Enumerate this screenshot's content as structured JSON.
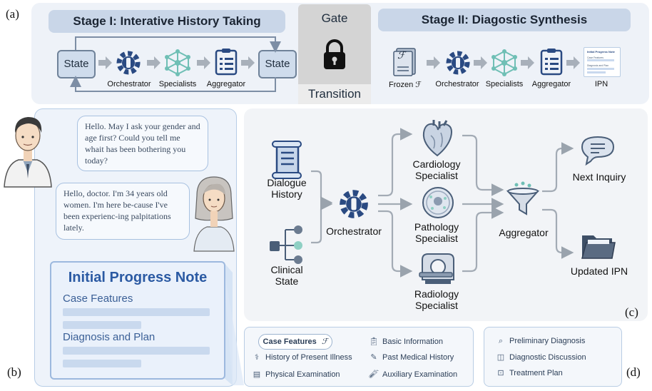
{
  "panels": {
    "a": "(a)",
    "b": "(b)",
    "c": "(c)",
    "d": "(d)"
  },
  "stage1": {
    "title": "Stage I: Interative History Taking",
    "state_left": "State",
    "state_right": "State",
    "orchestrator": "Orchestrator",
    "specialists": "Specialists",
    "aggregator": "Aggregator"
  },
  "gate": {
    "top": "Gate",
    "bottom": "Transition"
  },
  "stage2": {
    "title": "Stage II: Diagostic Synthesis",
    "frozen": "Frozen ℱ",
    "frozen_symbol": "ℱ",
    "orchestrator": "Orchestrator",
    "specialists": "Specialists",
    "aggregator": "Aggregator",
    "ipn": "IPN",
    "ipn_doc_title": "Initial Progress Note",
    "ipn_doc_l1": "Case Features",
    "ipn_doc_l2": "Diagnosis and Plan"
  },
  "dialogue": {
    "doctor": "Hello. May I ask your gender and age first? Could you tell me whait has been bothering you today?",
    "patient": "Hello, doctor. I'm 34 years old women. I'm here be-cause I've been experienc-ing palpitations lately."
  },
  "ipn_card": {
    "title": "Initial Progress Note",
    "section1": "Case Features",
    "section2": "Diagnosis and Plan"
  },
  "workflow": {
    "dialogue_history": "Dialogue\nHistory",
    "clinical_state": "Clinical\nState",
    "orchestrator": "Orchestrator",
    "cardiology": "Cardiology\nSpecialist",
    "pathology": "Pathology\nSpecialist",
    "radiology": "Radiology\nSpecialist",
    "aggregator": "Aggregator",
    "next_inquiry": "Next Inquiry",
    "updated_ipn": "Updated IPN"
  },
  "legend": {
    "case_features": "Case Features",
    "case_features_symbol": "ℱ",
    "basic_information": "Basic Information",
    "history_present_illness": "History of Present Illness",
    "past_medical_history": "Past Medical History",
    "physical_examination": "Physical Examination",
    "auxiliary_examination": "Auxiliary Examination",
    "preliminary_diagnosis": "Preliminary Diagnosis",
    "diagnostic_discussion": "Diagnostic Discussion",
    "treatment_plan": "Treatment Plan"
  },
  "colors": {
    "accent": "#1f3a6b",
    "header": "#c9d6e8",
    "panel_bg": "#eef2f8",
    "gear": "#2a4a82",
    "network": "#6fbfb5"
  }
}
